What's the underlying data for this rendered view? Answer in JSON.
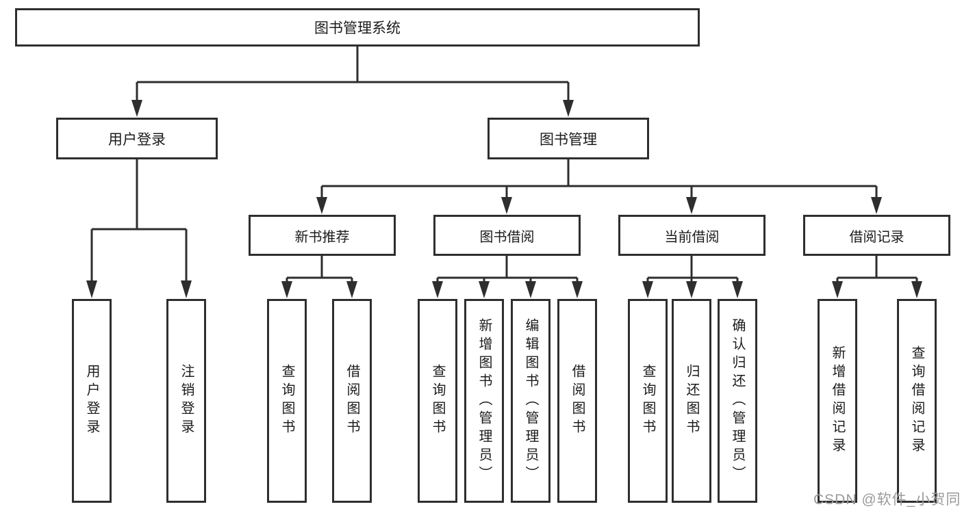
{
  "diagram_title": "图书管理系统",
  "colors": {
    "line": "#2e2e2e",
    "text": "#1b1b1b",
    "box_fill": "#ffffff",
    "watermark": "#9a9a9a"
  },
  "nodes": {
    "root": "图书管理系统",
    "level2": [
      "用户登录",
      "图书管理"
    ],
    "level3": [
      "新书推荐",
      "图书借阅",
      "当前借阅",
      "借阅记录"
    ],
    "leaves": {
      "user_login": [
        "用户登录",
        "注销登录"
      ],
      "new_book": [
        "查询图书",
        "借阅图书"
      ],
      "borrow": [
        "查询图书",
        "新增图书（管理员）",
        "编辑图书（管理员）",
        "借阅图书"
      ],
      "current": [
        "查询图书",
        "归还图书",
        "确认归还（管理员）"
      ],
      "records": [
        "新增借阅记录",
        "查询借阅记录"
      ]
    }
  },
  "watermark": "CSDN @软件_小贺同学"
}
